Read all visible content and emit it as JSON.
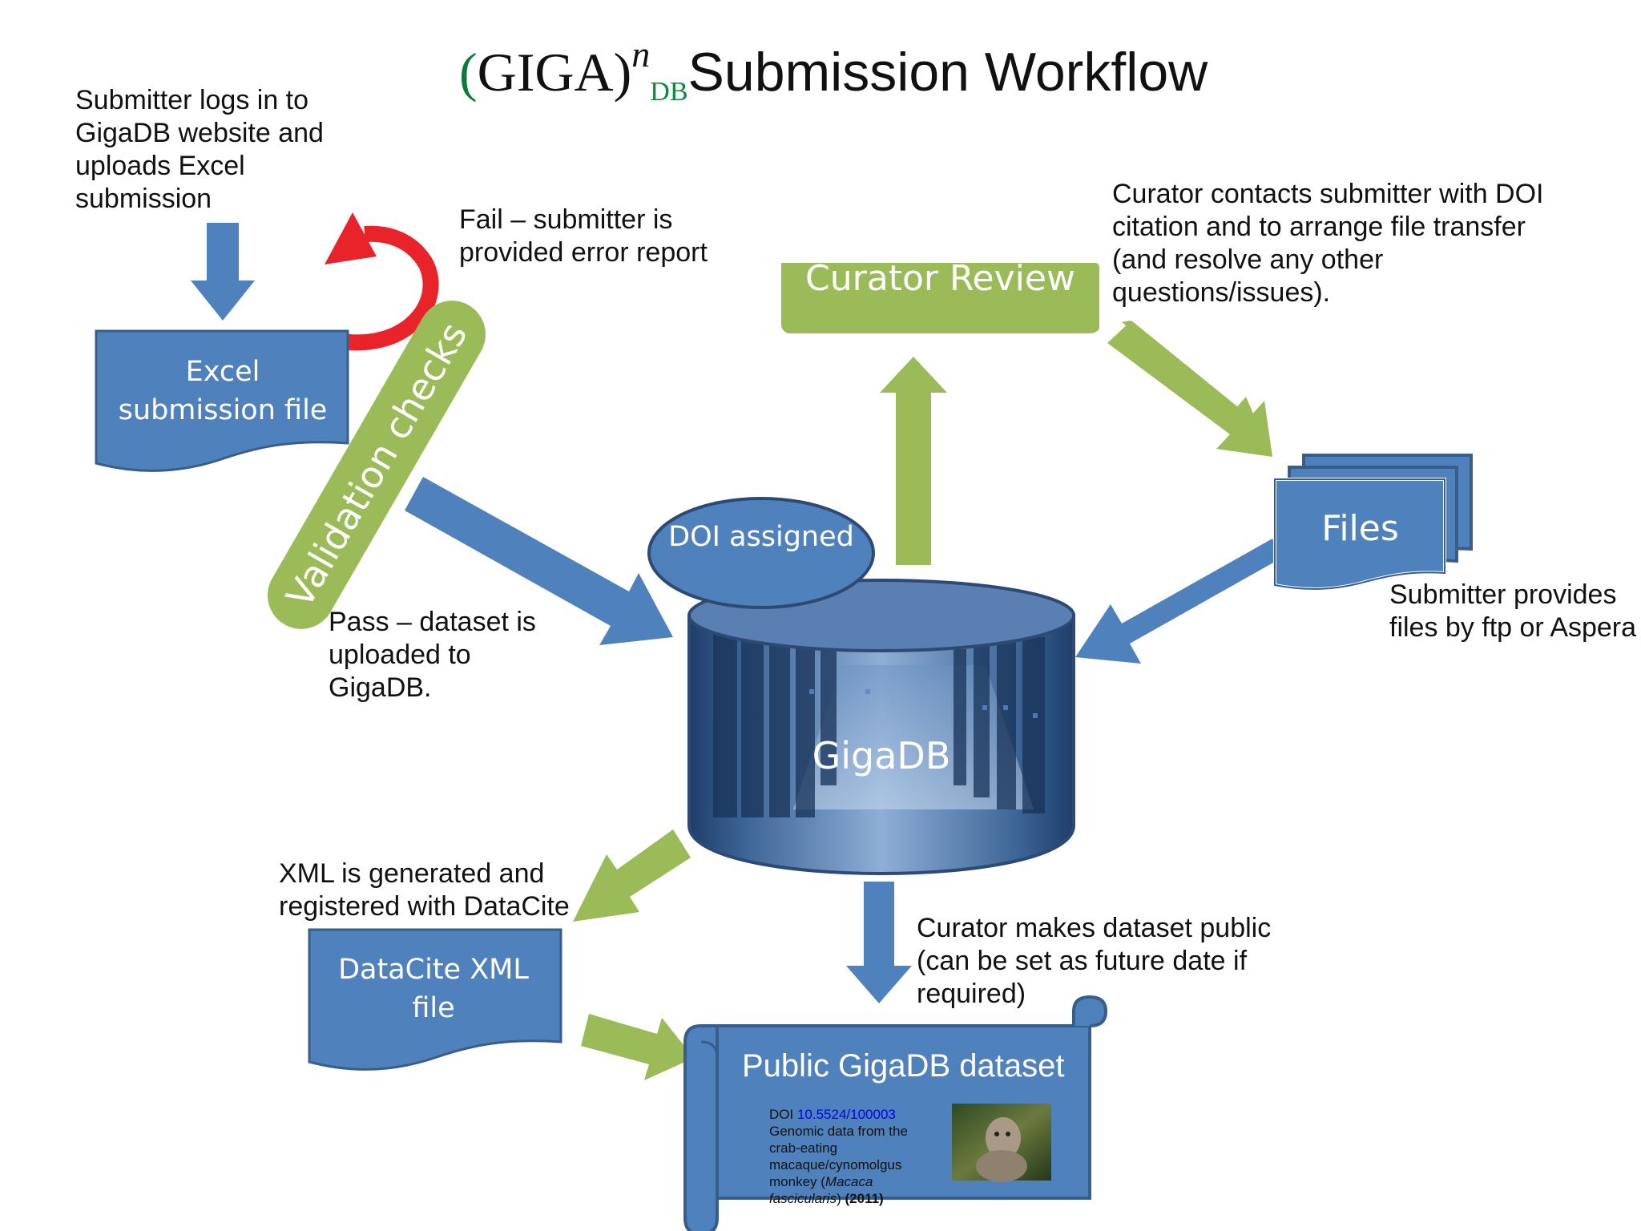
{
  "title": {
    "logo_open": "(",
    "logo_text": "GIGA",
    "logo_close": ")",
    "logo_sup": "n",
    "logo_sub": "DB",
    "text": "Submission Workflow"
  },
  "notes": {
    "submitter_login": "Submitter logs in to GigaDB website and uploads Excel submission",
    "fail": "Fail – submitter is provided error report",
    "pass": "Pass – dataset is uploaded to GigaDB.",
    "curator_contacts": "Curator  contacts submitter with DOI citation and to arrange file transfer (and resolve any other questions/issues).",
    "submitter_files": "Submitter provides files by ftp or Aspera",
    "xml_generated": "XML is generated and registered with DataCite",
    "curator_public": "Curator  makes dataset public (can be set as future date if required)"
  },
  "boxes": {
    "excel": "Excel submission file",
    "validation": "Validation checks",
    "curator_review": "Curator Review",
    "doi": "DOI assigned",
    "gigadb": "GigaDB",
    "files": "Files",
    "datacite": "DataCite XML file",
    "public_dataset": "Public GigaDB dataset"
  },
  "dataset_card": {
    "doi_label": "DOI",
    "doi_value": "10.5524/100003",
    "desc": "Genomic data from the crab-eating macaque/cynomolgus monkey (",
    "species": "Macaca fascicularis",
    "year_paren": ")",
    "year": "(2011)"
  },
  "colors": {
    "blue": "#4f81bd",
    "blue_border": "#385d8a",
    "green": "#9bbb59",
    "red": "#e8232a"
  }
}
